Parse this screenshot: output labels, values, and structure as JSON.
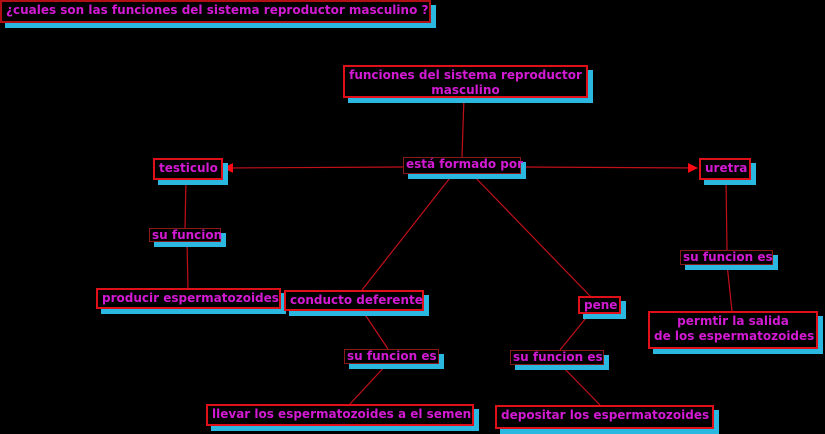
{
  "title": "¿cuales son las funciones del sistema reproductor masculino ?",
  "concepts": {
    "main": [
      "funciones del sistema reproductor",
      "masculino"
    ],
    "testiculo": "testiculo",
    "uretra": "uretra",
    "producir": "producir espermatozoides",
    "conducto": "conducto deferente",
    "pene": "pene",
    "permitir": [
      "permtir la salida",
      "de los espermatozoides"
    ],
    "llevar": "llevar los espermatozoides a el semen",
    "depositar": "depositar los espermatozoides"
  },
  "links": {
    "formado": "está formado por",
    "su_funcion": "su funcion",
    "su_funcion_es_uretra": "su funcion es",
    "su_funcion_es_conducto": "su funcion es",
    "su_funcion_es_pene": "su funcion es"
  },
  "colors": {
    "text": "#d21ad2",
    "border": "#e0101a",
    "shadow": "#2bb8e0",
    "line": "#c0101a"
  }
}
